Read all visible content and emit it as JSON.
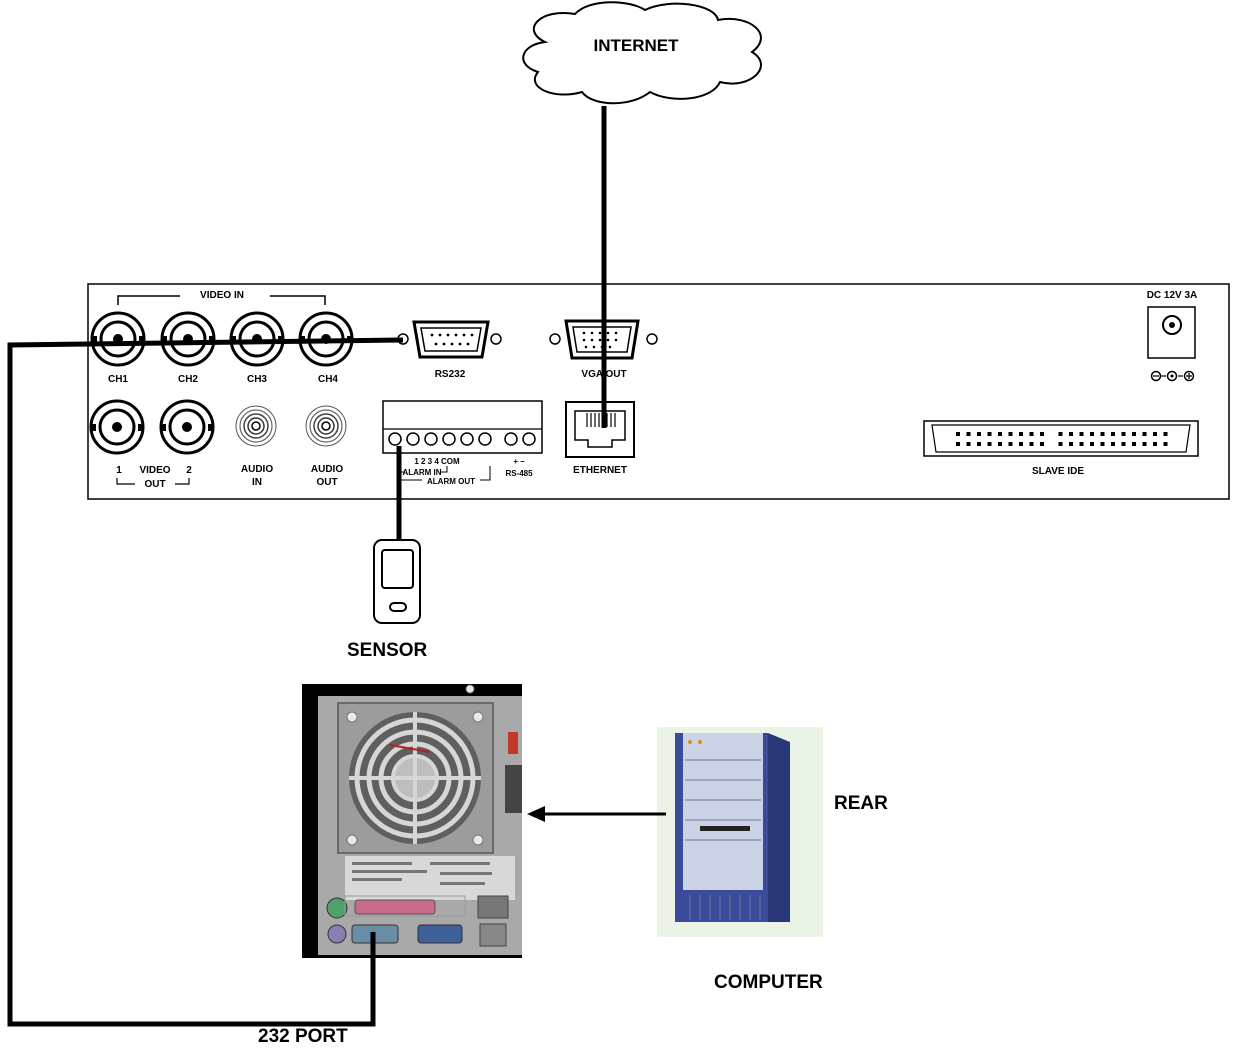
{
  "labels": {
    "internet": "INTERNET",
    "sensor": "SENSOR",
    "rear": "REAR",
    "computer": "COMPUTER",
    "port232": "232 PORT"
  },
  "dvr_panel": {
    "video_in": "VIDEO IN",
    "ch1": "CH1",
    "ch2": "CH2",
    "ch3": "CH3",
    "ch4": "CH4",
    "rs232": "RS232",
    "vga_out": "VGA OUT",
    "dc_power": "DC 12V 3A",
    "video_out_1": "1",
    "video_out_label": "VIDEO",
    "video_out_2": "2",
    "video_out_out": "OUT",
    "audio_in_1": "AUDIO",
    "audio_in_2": "IN",
    "audio_out_1": "AUDIO",
    "audio_out_2": "OUT",
    "alarm_numbers": "1  2  3  4  COM",
    "alarm_in": "ALARM IN",
    "alarm_out": "ALARM OUT",
    "rs485_signs": "+  –",
    "rs485": "RS-485",
    "ethernet": "ETHERNET",
    "slave_ide": "SLAVE IDE"
  },
  "colors": {
    "line": "#000000",
    "tower_front": "#3b4b99",
    "tower_top": "#cdd3e6",
    "pc_panel": "#a9a9a9",
    "background": "#ffffff"
  }
}
